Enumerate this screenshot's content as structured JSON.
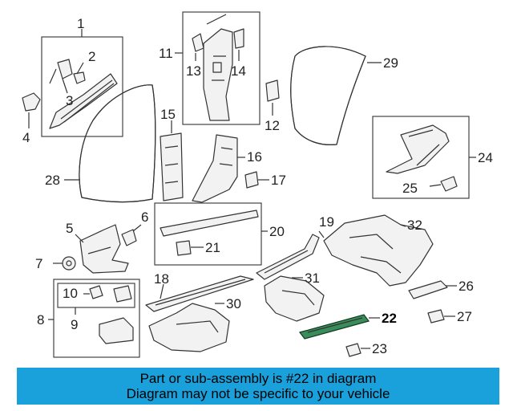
{
  "callouts": [
    {
      "id": "1",
      "label": "1"
    },
    {
      "id": "2",
      "label": "2"
    },
    {
      "id": "3",
      "label": "3"
    },
    {
      "id": "4",
      "label": "4"
    },
    {
      "id": "5",
      "label": "5"
    },
    {
      "id": "6",
      "label": "6"
    },
    {
      "id": "7",
      "label": "7"
    },
    {
      "id": "8",
      "label": "8"
    },
    {
      "id": "9",
      "label": "9"
    },
    {
      "id": "10",
      "label": "10"
    },
    {
      "id": "11",
      "label": "11"
    },
    {
      "id": "12",
      "label": "12"
    },
    {
      "id": "13",
      "label": "13"
    },
    {
      "id": "14",
      "label": "14"
    },
    {
      "id": "15",
      "label": "15"
    },
    {
      "id": "16",
      "label": "16"
    },
    {
      "id": "17",
      "label": "17"
    },
    {
      "id": "18",
      "label": "18"
    },
    {
      "id": "19",
      "label": "19"
    },
    {
      "id": "20",
      "label": "20"
    },
    {
      "id": "21",
      "label": "21"
    },
    {
      "id": "22",
      "label": "22"
    },
    {
      "id": "23",
      "label": "23"
    },
    {
      "id": "24",
      "label": "24"
    },
    {
      "id": "25",
      "label": "25"
    },
    {
      "id": "26",
      "label": "26"
    },
    {
      "id": "27",
      "label": "27"
    },
    {
      "id": "28",
      "label": "28"
    },
    {
      "id": "29",
      "label": "29"
    },
    {
      "id": "30",
      "label": "30"
    },
    {
      "id": "31",
      "label": "31"
    },
    {
      "id": "32",
      "label": "32"
    }
  ],
  "highlighted_part": "22",
  "banner": {
    "line1": "Part or sub-assembly is #22 in diagram",
    "line2": "Diagram may not be specific to your vehicle"
  },
  "colors": {
    "banner_bg": "#1aa1dc",
    "highlight_part": "#3a8c5a"
  }
}
